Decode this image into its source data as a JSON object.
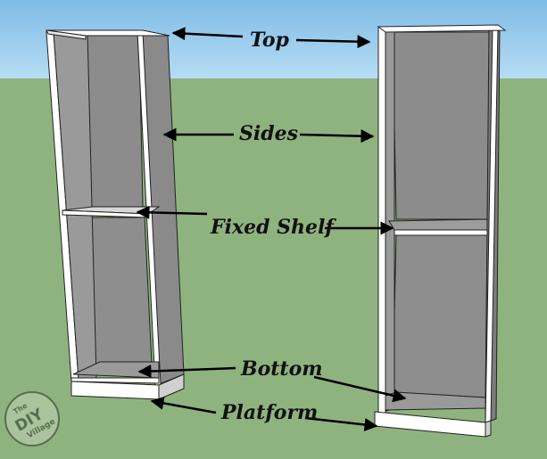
{
  "labels": {
    "top": "Top",
    "sides": "Sides",
    "fixed_shelf": "Fixed Shelf",
    "bottom": "Bottom",
    "platform": "Platform"
  },
  "logo": {
    "the": "The",
    "diy": "DIY",
    "village": "Village"
  },
  "colors": {
    "sky": "#87c3e8",
    "ground": "#8fb37f",
    "panel_gray": "#8c8c8c",
    "edge_white": "#ffffff",
    "arrow": "#000000"
  }
}
